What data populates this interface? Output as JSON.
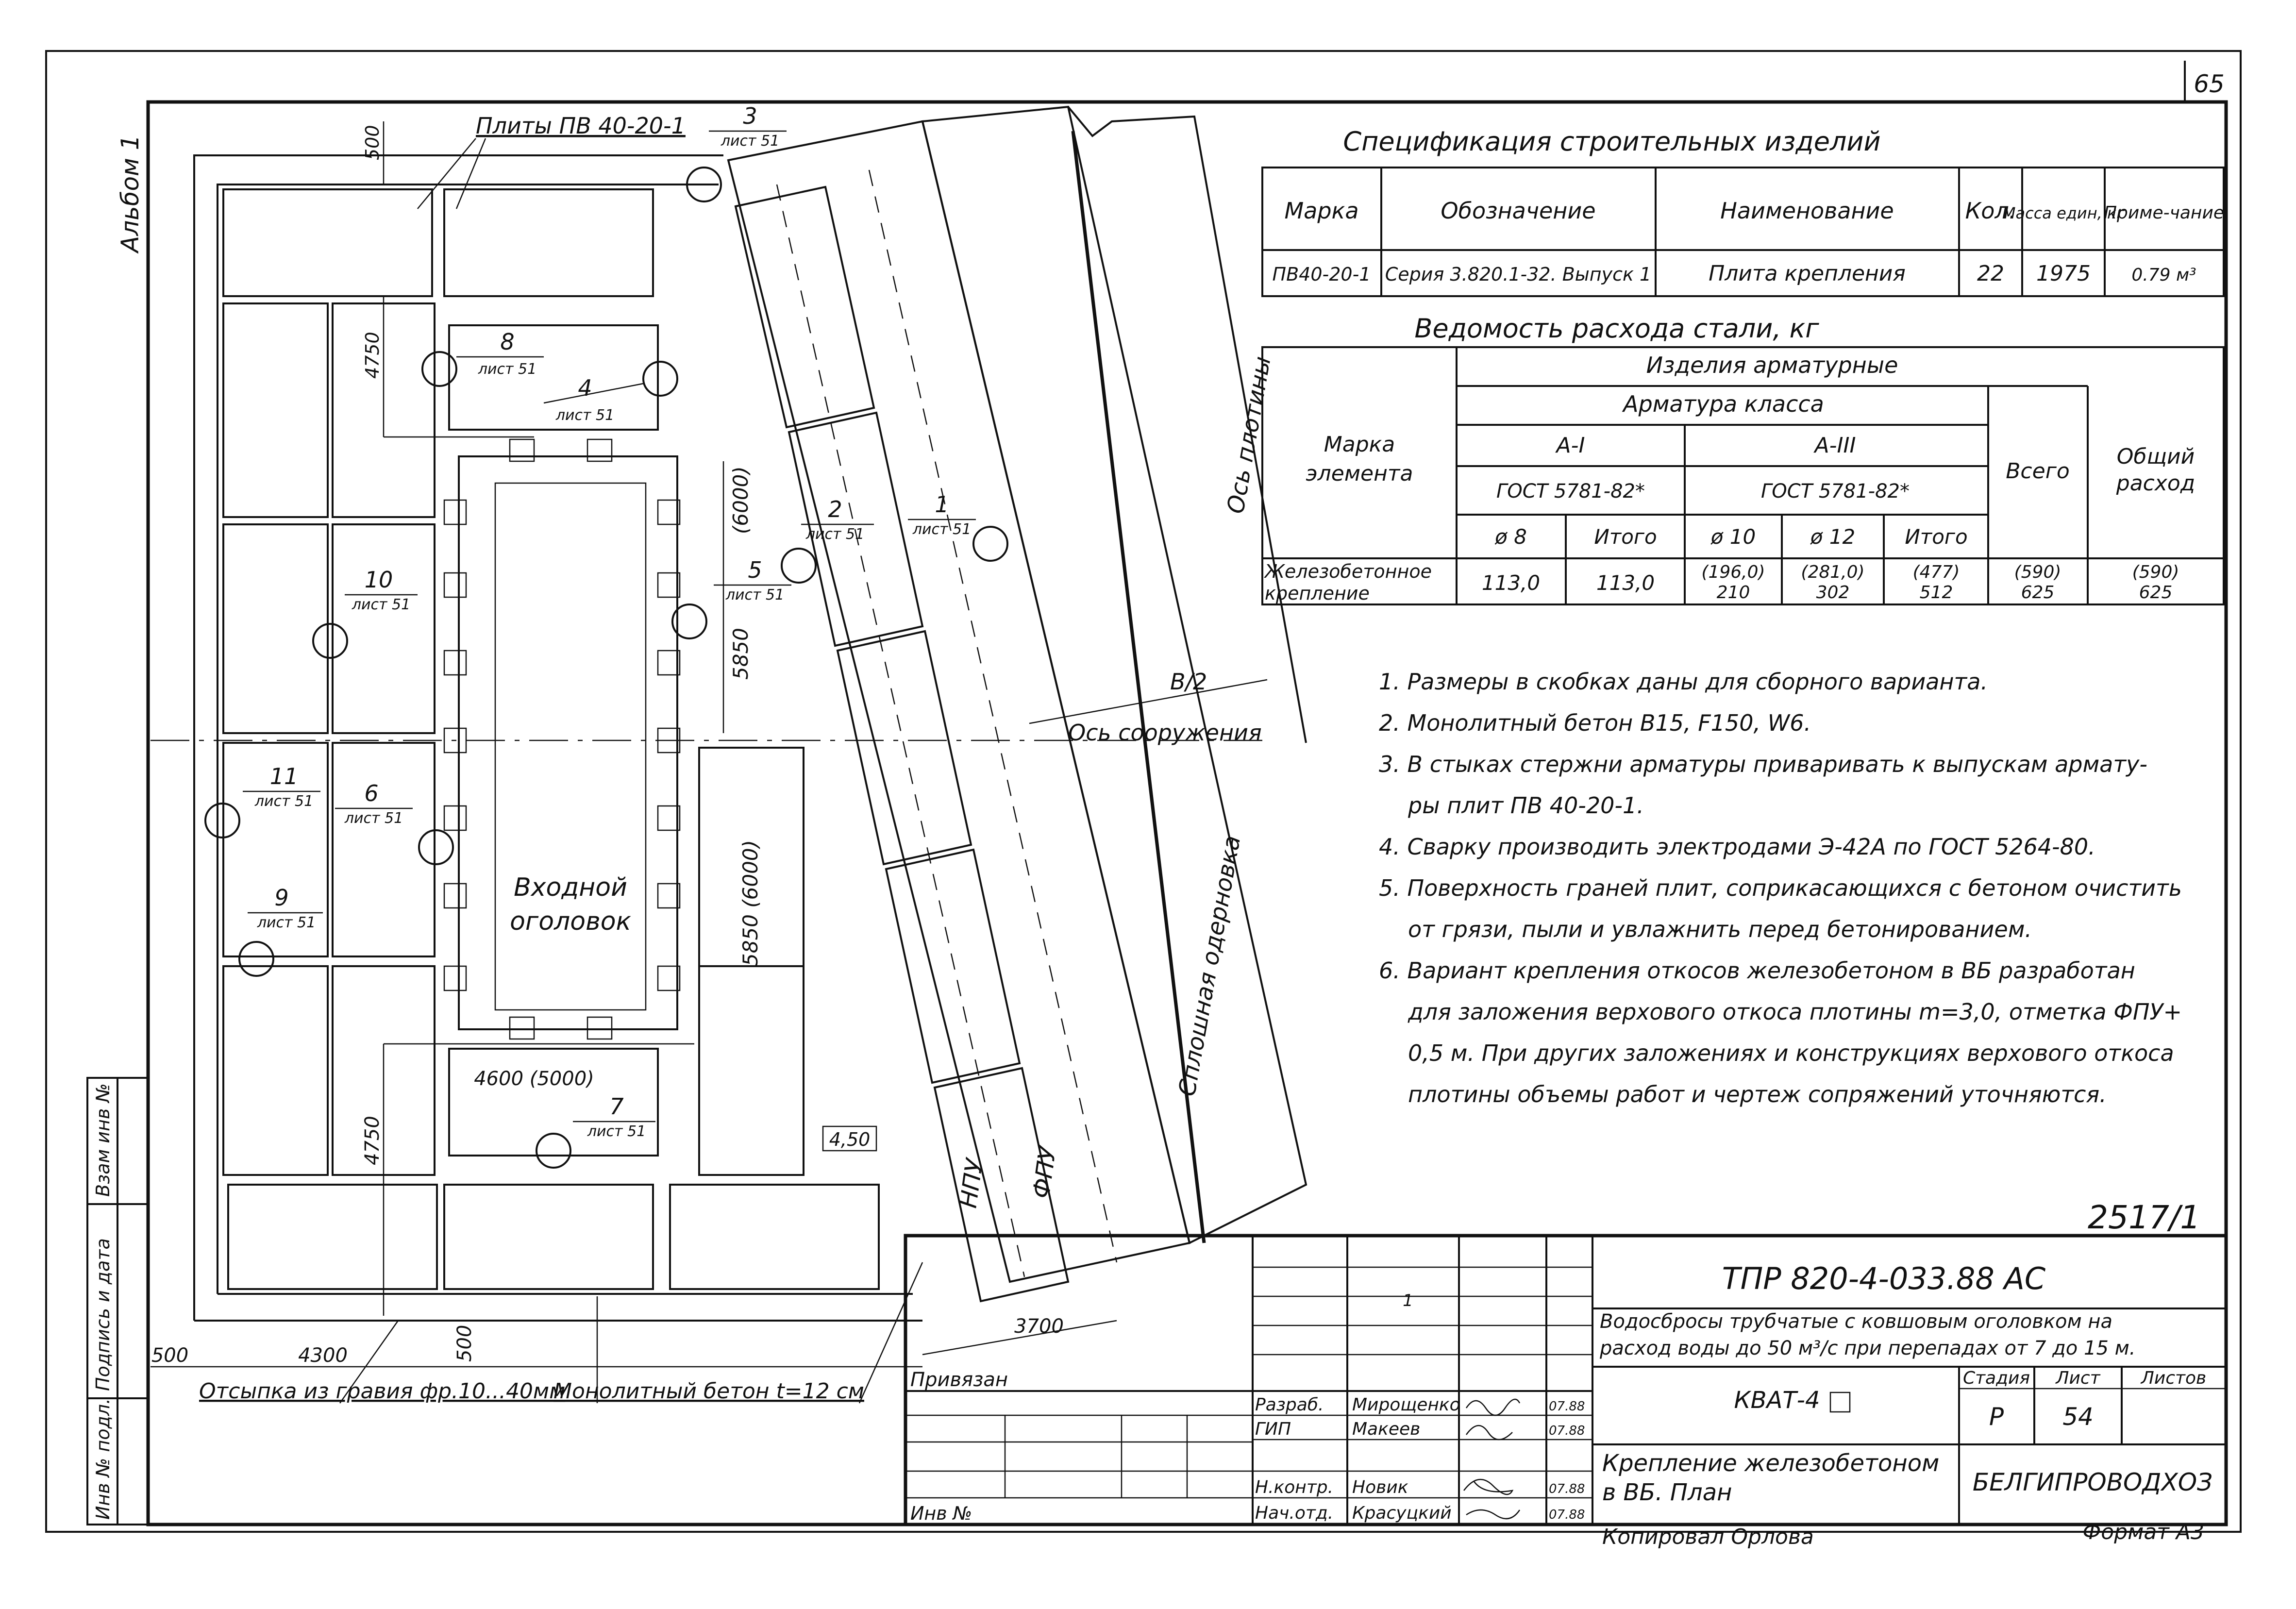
{
  "sheet": {
    "page_number": "65",
    "album": "Альбом 1",
    "code_mark": "2517/1",
    "copied_by": "Копировал Орлова",
    "format": "Формат А3"
  },
  "side_stamp": {
    "inv_podl": "Инв № подл.",
    "podpis_data": "Подпись и дата",
    "vzam_inv": "Взам инв №"
  },
  "plan": {
    "plates_label": "Плиты ПВ 40-20-1",
    "entry_head": [
      "Входной",
      "оголовок"
    ],
    "axis_dam": "Ось плотины",
    "axis_structure": "Ось сооружения",
    "solid_facing": "Сплошная одерновка",
    "npu": "НПУ",
    "fpu": "ФПУ",
    "b_half": "В/2",
    "elevation": "4,50",
    "gravel_fill": "Отсыпка из гравия фр.10...40мм",
    "monolithic_concrete": "Монолитный бетон  t=12 см",
    "dims": {
      "d500_top": "500",
      "d4750_top": "4750",
      "d6000": "(6000)",
      "d5850": "5850",
      "d5850_6000": "5850 (6000)",
      "d4600_5000": "4600 (5000)",
      "d4750_bottom": "4750",
      "d500_left": "500",
      "d4300": "4300",
      "d500_bottom": "500",
      "d3700": "3700"
    },
    "callouts": [
      {
        "num": "3",
        "sheet": "лист 51"
      },
      {
        "num": "8",
        "sheet": "лист 51"
      },
      {
        "num": "4",
        "sheet": "лист 51"
      },
      {
        "num": "2",
        "sheet": "лист 51"
      },
      {
        "num": "1",
        "sheet": "лист 51"
      },
      {
        "num": "5",
        "sheet": "лист 51"
      },
      {
        "num": "10",
        "sheet": "лист 51"
      },
      {
        "num": "11",
        "sheet": "лист 51"
      },
      {
        "num": "6",
        "sheet": "лист 51"
      },
      {
        "num": "9",
        "sheet": "лист 51"
      },
      {
        "num": "7",
        "sheet": "лист 51"
      }
    ]
  },
  "spec": {
    "title": "Спецификация строительных изделий",
    "headers": [
      "Марка",
      "Обозначение",
      "Наименование",
      "Кол.",
      "Масса един, кг",
      "Приме-чание"
    ],
    "row": [
      "ПВ40-20-1",
      "Серия 3.820.1-32. Выпуск 1",
      "Плита крепления",
      "22",
      "1975",
      "0.79 м³"
    ]
  },
  "steel": {
    "title": "Ведомость расхода стали, кг",
    "h_mark": "Марка элемента",
    "h_items": "Изделия арматурные",
    "h_class": "Арматура класса",
    "h_a1": "А-I",
    "h_a3": "А-III",
    "h_gost1": "ГОСТ 5781-82*",
    "h_gost2": "ГОСТ 5781-82*",
    "h_d8": "ø 8",
    "h_total1": "Итого",
    "h_d10": "ø 10",
    "h_d12": "ø 12",
    "h_total2": "Итого",
    "h_all": "Всего",
    "h_overall": "Общий расход",
    "row_label": "Железобетонное крепление",
    "row": [
      {
        "top": "",
        "bottom": "113,0"
      },
      {
        "top": "",
        "bottom": "113,0"
      },
      {
        "top": "(196,0)",
        "bottom": "210"
      },
      {
        "top": "(281,0)",
        "bottom": "302"
      },
      {
        "top": "(477)",
        "bottom": "512"
      },
      {
        "top": "(590)",
        "bottom": "625"
      },
      {
        "top": "(590)",
        "bottom": "625"
      }
    ]
  },
  "notes": [
    "1. Размеры в скобках даны для сборного варианта.",
    "2. Монолитный бетон В15, F150, W6.",
    "3. В стыках стержни арматуры приваривать к выпускам армату-",
    "ры плит ПВ 40-20-1.",
    "4. Сварку производить электродами Э-42А по ГОСТ 5264-80.",
    "5. Поверхность граней плит, соприкасающихся с бетоном очистить",
    "от грязи, пыли и увлажнить перед бетонированием.",
    "6. Вариант крепления откосов железобетоном в ВБ разработан",
    "для заложения верхового откоса плотины m=3,0, отметка ФПУ+",
    "0,5 м. При других заложениях и конструкциях верхового откоса",
    "плотины объемы работ и чертеж сопряжений уточняются."
  ],
  "title_block": {
    "doc_code": "ТПР 820-4-033.88   АС",
    "project_line1": "Водосбросы трубчатые с ковшовым оголовком на",
    "project_line2": "расход воды до 50 м³/с при перепадах от 7 до 15 м.",
    "privyazan": "Привязан",
    "inv_no": "Инв №",
    "sheet_code": "КВАТ-4",
    "stage_label": "Стадия",
    "sheet_label": "Лист",
    "sheets_label": "Листов",
    "stage": "Р",
    "sheet": "54",
    "drawing_title_1": "Крепление железобетоном",
    "drawing_title_2": "в ВБ.  План",
    "org": "БЕЛГИПРОВОДХОЗ",
    "rev_mark": "1",
    "people": [
      {
        "role": "Разраб.",
        "name": "Мирощенко",
        "date": "07.88"
      },
      {
        "role": "ГИП",
        "name": "Макеев",
        "date": "07.88"
      },
      {
        "role": "Н.контр.",
        "name": "Новик",
        "date": "07.88"
      },
      {
        "role": "Нач.отд.",
        "name": "Красуцкий",
        "date": "07.88"
      }
    ]
  }
}
